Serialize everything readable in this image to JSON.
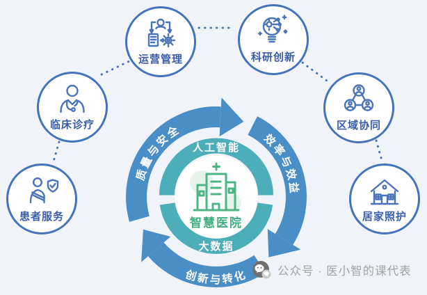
{
  "background": "#f1f3fb",
  "colors": {
    "arrow_blue": "#4a8ec8",
    "ring_teal": "#4caeb8",
    "node_border": "#4273bb",
    "node_text": "#3a5dab",
    "center_green": "#3fae80",
    "watermark_gray": "#a3a3a3"
  },
  "center": {
    "title": "智慧医院",
    "icon": "hospital-icon",
    "ring_top_label": "人工智能",
    "ring_bottom_label": "大数据"
  },
  "cycle_labels": [
    "质量与安全",
    "效率与效益",
    "创新与转化"
  ],
  "nodes": [
    {
      "id": "operations",
      "label": "运营管理",
      "icon": "operations-icon"
    },
    {
      "id": "research",
      "label": "科研创新",
      "icon": "research-icon"
    },
    {
      "id": "clinical",
      "label": "临床诊疗",
      "icon": "clinical-icon"
    },
    {
      "id": "regional",
      "label": "区域协同",
      "icon": "regional-icon"
    },
    {
      "id": "patient",
      "label": "患者服务",
      "icon": "patient-icon"
    },
    {
      "id": "home",
      "label": "居家照护",
      "icon": "home-icon"
    }
  ],
  "watermark": {
    "text": "公众号 · 医小智的课代表",
    "icon": "wechat-icon"
  }
}
